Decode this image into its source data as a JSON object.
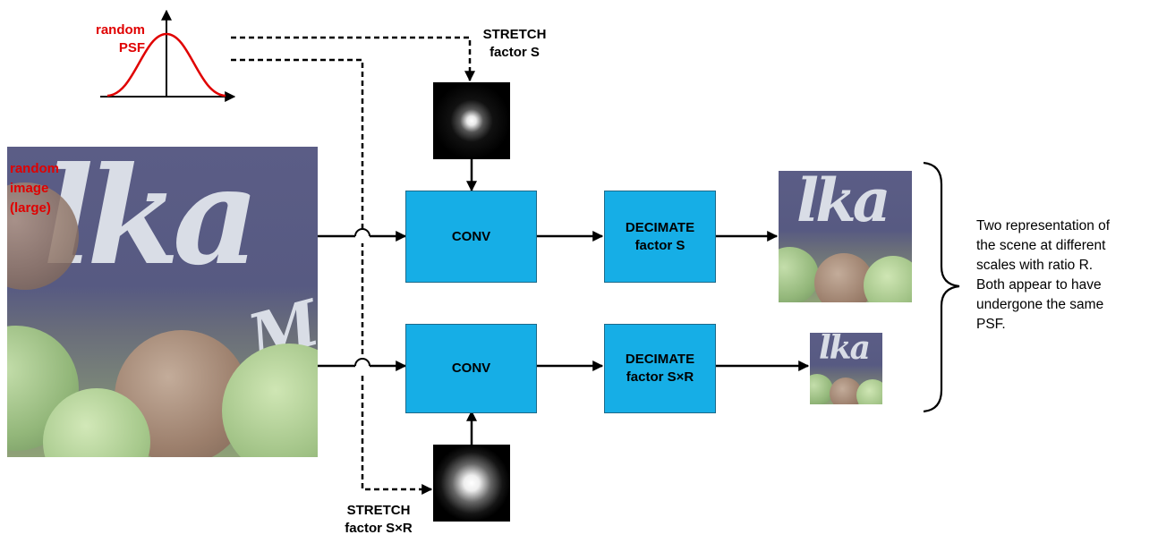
{
  "psf": {
    "label_line1": "random",
    "label_line2": "PSF"
  },
  "input_image": {
    "label_line1": "random",
    "label_line2": "image",
    "label_line3": "(large)"
  },
  "stretch_top": {
    "line1": "STRETCH",
    "line2": "factor S"
  },
  "stretch_bottom": {
    "line1": "STRETCH",
    "line2": "factor S×R"
  },
  "top_branch": {
    "conv_label": "CONV",
    "decimate_label": "DECIMATE\nfactor S"
  },
  "bottom_branch": {
    "conv_label": "CONV",
    "decimate_label": "DECIMATE\nfactor S×R"
  },
  "note": {
    "text": "Two representation of\nthe scene at different\nscales with ratio R.\nBoth appear to have\nundergone the same\nPSF."
  },
  "colors": {
    "box_fill": "#16aee6",
    "label_red": "#e00000",
    "curve_red": "#e00000"
  }
}
